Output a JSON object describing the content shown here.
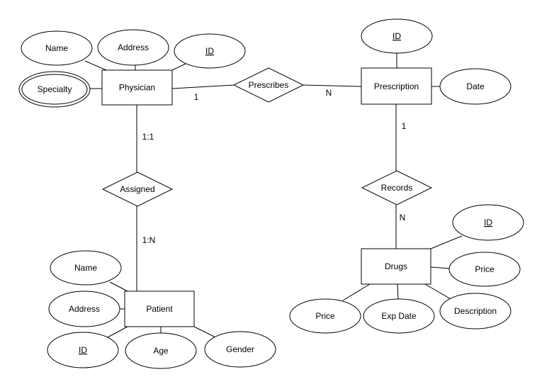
{
  "entities": {
    "physician": "Physician",
    "prescription": "Prescription",
    "patient": "Patient",
    "drugs": "Drugs"
  },
  "relationships": {
    "prescribes": "Prescribes",
    "assigned": "Assigned",
    "records": "Records"
  },
  "attributes": {
    "physician": {
      "name": "Name",
      "address": "Address",
      "id": "ID",
      "specialty": "Specialty"
    },
    "prescription": {
      "id": "ID",
      "date": "Date"
    },
    "patient": {
      "name": "Name",
      "address": "Address",
      "id": "ID",
      "age": "Age",
      "gender": "Gender"
    },
    "drugs": {
      "id": "ID",
      "price_right": "Price",
      "description": "Description",
      "exp_date": "Exp Date",
      "price_left": "Price"
    }
  },
  "cardinalities": {
    "physician_prescribes": "1",
    "prescribes_prescription": "N",
    "physician_assigned": "1:1",
    "assigned_patient": "1:N",
    "prescription_records": "1",
    "records_drugs": "N"
  }
}
